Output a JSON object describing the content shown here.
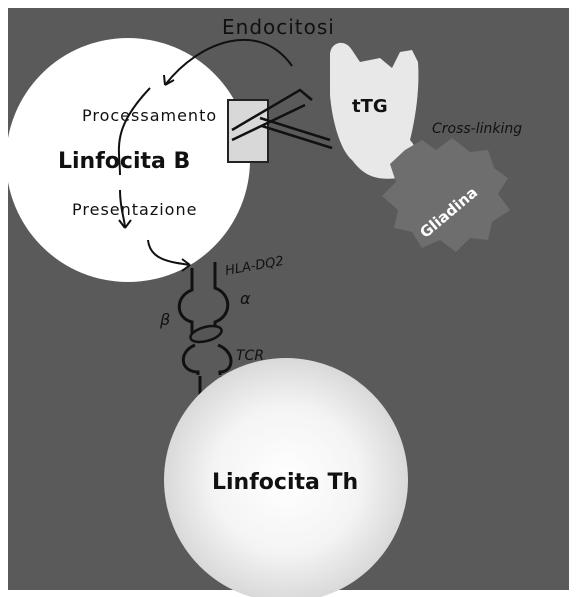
{
  "labels": {
    "endocitosi": "Endocitosi",
    "processamento": "Processamento",
    "linfocita_b": "Linfocita B",
    "presentazione": "Presentazione",
    "ttg": "tTG",
    "cross_linking": "Cross-linking",
    "gliadina": "Gliadina",
    "hla_dq2": "HLA-DQ2",
    "alpha": "α",
    "beta": "β",
    "tcr": "TCR",
    "linfocita_th": "Linfocita Th"
  },
  "colors": {
    "background": "#5a5a5a",
    "frame": "#ffffff",
    "cell": "#ffffff",
    "ttg": "#e8e8e8",
    "gliadina": "#6e6e6e",
    "ink": "#111111"
  }
}
